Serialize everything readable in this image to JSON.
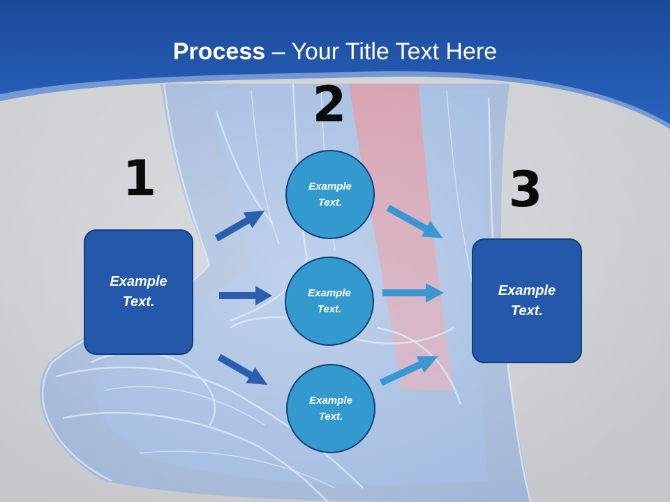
{
  "title": {
    "bold": "Process",
    "rest": " – Your Title Text Here"
  },
  "steps": {
    "one": "1",
    "two": "2",
    "three": "3"
  },
  "boxes": {
    "left": "Example Text.",
    "right": "Example Text."
  },
  "circles": {
    "top": "Example Text.",
    "middle": "Example Text.",
    "bottom": "Example Text."
  },
  "colors": {
    "header_blue": "#1f54a8",
    "box_blue": "#2358aa",
    "circle_blue": "#3499cf",
    "arrow_dark": "#2a5fb0",
    "arrow_light": "#3a97d2",
    "background_gray": "#c9cbcf"
  },
  "background_illustration": "x-ray-ankle-anatomy"
}
